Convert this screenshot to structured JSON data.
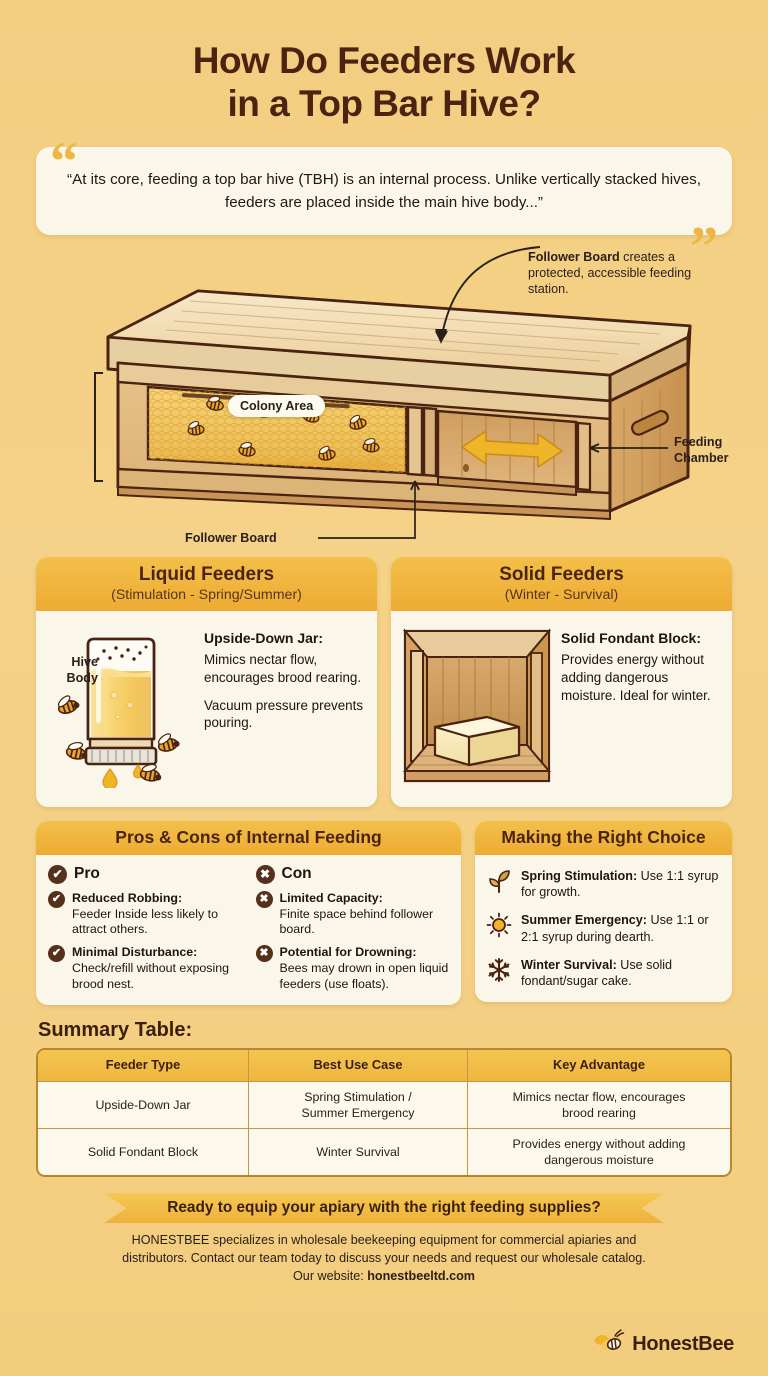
{
  "header": {
    "title_line1": "How Do Feeders Work",
    "title_line2": "in a Top Bar Hive?",
    "quote": "“At its core, feeding a top bar hive (TBH) is an internal process. Unlike vertically stacked hives, feeders are placed inside the main hive body...”",
    "quote_mark_open": "“",
    "quote_mark_close": "”"
  },
  "diagram": {
    "hive_body_label": "Hive\nBody",
    "hive_body_label_line1": "Hive",
    "hive_body_label_line2": "Body",
    "colony_area_label": "Colony Area",
    "follower_board_label": "Follower Board",
    "feeding_chamber_line1": "Feeding",
    "feeding_chamber_line2": "Chamber",
    "callout_bold": "Follower Board",
    "callout_rest": " creates a protected, accessible feeding station."
  },
  "feeder_cards": [
    {
      "title": "Liquid Feeders",
      "subtitle": "(Stimulation - Spring/Summer)",
      "lead": "Upside-Down Jar:",
      "para1": "Mimics nectar flow, encourages brood rearing.",
      "para2": "Vacuum pressure prevents pouring.",
      "art": "jar-with-bees-illustration"
    },
    {
      "title": "Solid Feeders",
      "subtitle": "(Winter - Survival)",
      "lead": "Solid Fondant Block:",
      "para1": "Provides energy without adding dangerous moisture. Ideal for winter.",
      "para2": "",
      "art": "fondant-block-in-hive-illustration"
    }
  ],
  "pros_cons": {
    "title": "Pros & Cons of Internal Feeding",
    "pro_header": "Pro",
    "con_header": "Con",
    "pro_icon": "check-icon",
    "con_icon": "cross-icon",
    "pros": [
      {
        "title": "Reduced Robbing:",
        "text": "Feeder Inside less likely to attract others."
      },
      {
        "title": "Minimal Disturbance:",
        "text": "Check/refill without exposing brood nest."
      }
    ],
    "cons": [
      {
        "title": "Limited Capacity:",
        "text": "Finite space behind follower board."
      },
      {
        "title": "Potential for Drowning:",
        "text": "Bees may drown in open liquid feeders (use floats)."
      }
    ]
  },
  "right_choice": {
    "title": "Making the Right Choice",
    "items": [
      {
        "icon": "sprout-icon",
        "bold": "Spring Stimulation:",
        "rest": " Use 1:1 syrup for growth."
      },
      {
        "icon": "sun-icon",
        "bold": "Summer Emergency:",
        "rest": " Use 1:1 or 2:1 syrup during dearth."
      },
      {
        "icon": "snowflake-icon",
        "bold": "Winter Survival:",
        "rest": " Use solid fondant/sugar cake."
      }
    ]
  },
  "summary_table": {
    "label": "Summary Table:",
    "columns": [
      "Feeder Type",
      "Best Use Case",
      "Key Advantage"
    ],
    "rows": [
      [
        "Upside-Down Jar",
        "Spring Stimulation /\nSummer Emergency",
        "Mimics nectar flow, encourages\nbrood rearing"
      ],
      [
        "Solid Fondant Block",
        "Winter Survival",
        "Provides energy without adding\ndangerous moisture"
      ]
    ],
    "rows_flat": [
      {
        "c1": "Upside-Down Jar",
        "c2a": "Spring Stimulation /",
        "c2b": "Summer Emergency",
        "c3a": "Mimics nectar flow, encourages",
        "c3b": "brood rearing"
      },
      {
        "c1": "Solid Fondant Block",
        "c2a": "Winter Survival",
        "c2b": "",
        "c3a": "Provides energy without adding",
        "c3b": "dangerous moisture"
      }
    ]
  },
  "footer": {
    "cta": "Ready to equip your apiary with the right feeding supplies?",
    "body_line1": "HONESTBEE specializes in wholesale beekeeping equipment for commercial apiaries and",
    "body_line2": "distributors. Contact our team today to discuss your needs and request our wholesale catalog.",
    "website_prefix": "Our website: ",
    "website": "honestbeeltd.com",
    "brand": "HonestBee",
    "brand_icon": "bee-logo-icon"
  },
  "colors": {
    "background_top": "#f3ce81",
    "background_bottom": "#f3cd7e",
    "card_bg": "#fbf6ea",
    "header_gold": "#edab33",
    "accent_gold": "#eeb647",
    "dark_brown": "#4a2410",
    "badge_brown": "#55301a",
    "table_border": "#b8862c",
    "wood_light": "#f5e3bf",
    "wood_mid": "#e0b878",
    "wood_dark": "#c08f4e",
    "honey": "#f0b429"
  }
}
